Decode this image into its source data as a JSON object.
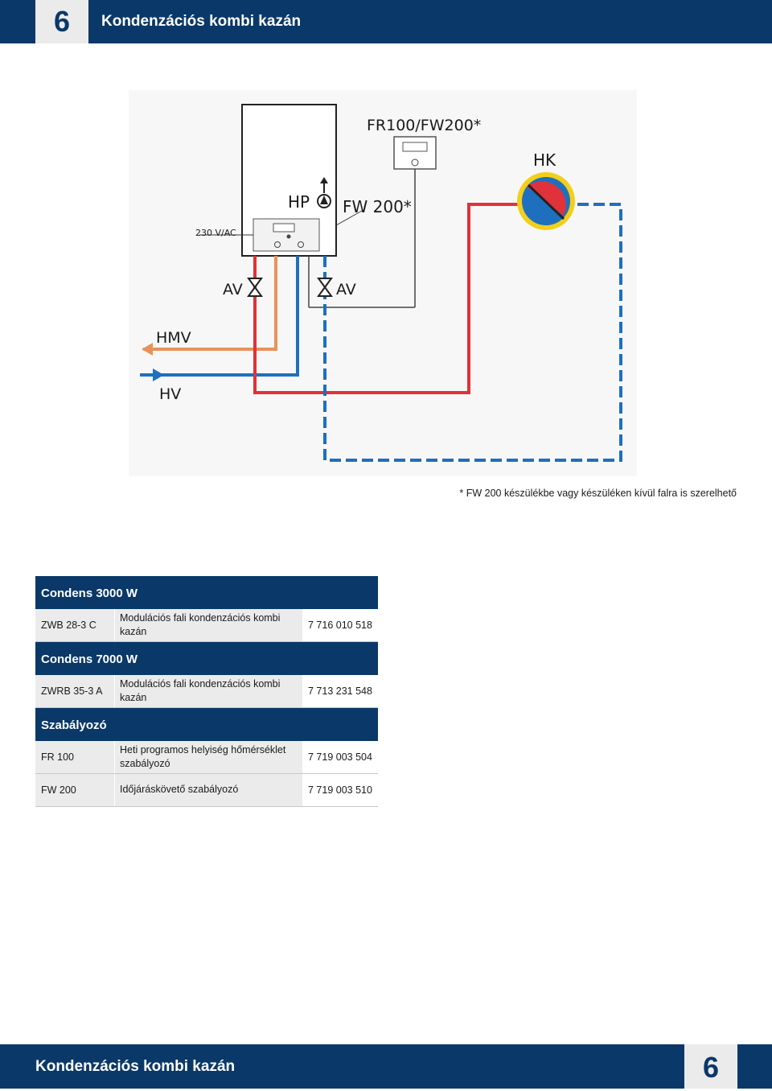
{
  "header": {
    "number": "6",
    "title": "Kondenzációs kombi kazán"
  },
  "diagram": {
    "labels": {
      "regulator": "FR100/FW200*",
      "hk": "HK",
      "hp": "HP",
      "fw200": "FW 200*",
      "voltage": "230 V/AC",
      "av_left": "AV",
      "av_right": "AV",
      "hmv": "HMV",
      "hv": "HV"
    },
    "colors": {
      "hot": "#e0323a",
      "cold": "#1f6fbf",
      "dhw": "#e8925a",
      "line": "#333333"
    }
  },
  "footnote": "* FW 200 készülékbe vagy készüléken kívül falra is szerelhető",
  "table": {
    "sections": [
      {
        "title": "Condens 3000 W",
        "rows": [
          {
            "model": "ZWB 28-3 C",
            "desc": "Modulációs fali kondenzációs kombi kazán",
            "code": "7 716 010 518"
          }
        ]
      },
      {
        "title": "Condens 7000 W",
        "rows": [
          {
            "model": "ZWRB 35-3 A",
            "desc": "Modulációs fali kondenzációs kombi kazán",
            "code": "7 713 231 548"
          }
        ]
      },
      {
        "title": "Szabályozó",
        "rows": [
          {
            "model": "FR 100",
            "desc": "Heti programos helyiség hőmérséklet szabályozó",
            "code": "7 719 003 504"
          },
          {
            "model": "FW 200",
            "desc": "Időjáráskövető szabályozó",
            "code": "7 719 003 510"
          }
        ]
      }
    ]
  },
  "footer": {
    "title": "Kondenzációs kombi kazán",
    "number": "6"
  }
}
